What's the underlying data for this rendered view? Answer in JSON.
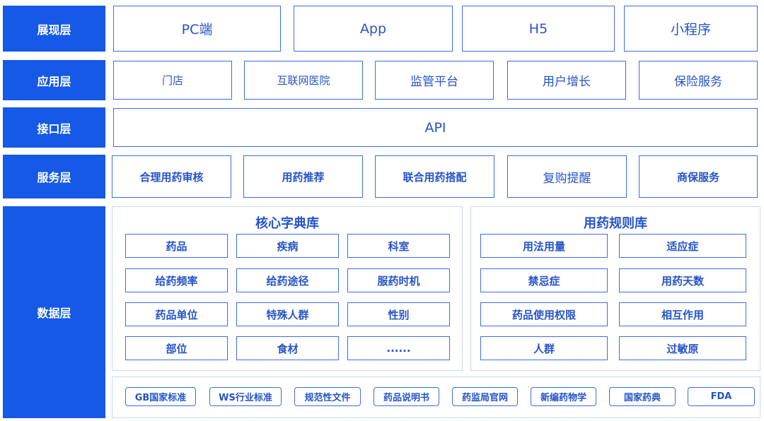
{
  "layers": {
    "presentation": {
      "label": "展现层",
      "items": [
        "PC端",
        "App",
        "H5",
        "小程序"
      ]
    },
    "application": {
      "label": "应用层",
      "items": [
        "门店",
        "互联网医院",
        "监管平台",
        "用户增长",
        "保险服务"
      ]
    },
    "interface": {
      "label": "接口层",
      "items": [
        "API"
      ]
    },
    "service": {
      "label": "服务层",
      "items": [
        "合理用药审核",
        "用药推荐",
        "联合用药搭配",
        "复购提醒",
        "商保服务"
      ]
    },
    "data": {
      "label": "数据层",
      "core_dict": {
        "title": "核心字典库",
        "items": [
          "药品",
          "疾病",
          "科室",
          "给药频率",
          "给药途径",
          "服药时机",
          "药品单位",
          "特殊人群",
          "性别",
          "部位",
          "食材",
          "......"
        ]
      },
      "rules": {
        "title": "用药规则库",
        "items": [
          "用法用量",
          "适应症",
          "禁忌症",
          "用药天数",
          "药品使用权限",
          "相互作用",
          "人群",
          "过敏原"
        ]
      },
      "sources": [
        "GB国家标准",
        "WS行业标准",
        "规范性文件",
        "药品说明书",
        "药监局官网",
        "新编药物学",
        "国家药典",
        "FDA"
      ]
    }
  },
  "colors": {
    "label_bg": "#1559e6",
    "border": "#3b6fe0",
    "text": "#2553c9"
  }
}
